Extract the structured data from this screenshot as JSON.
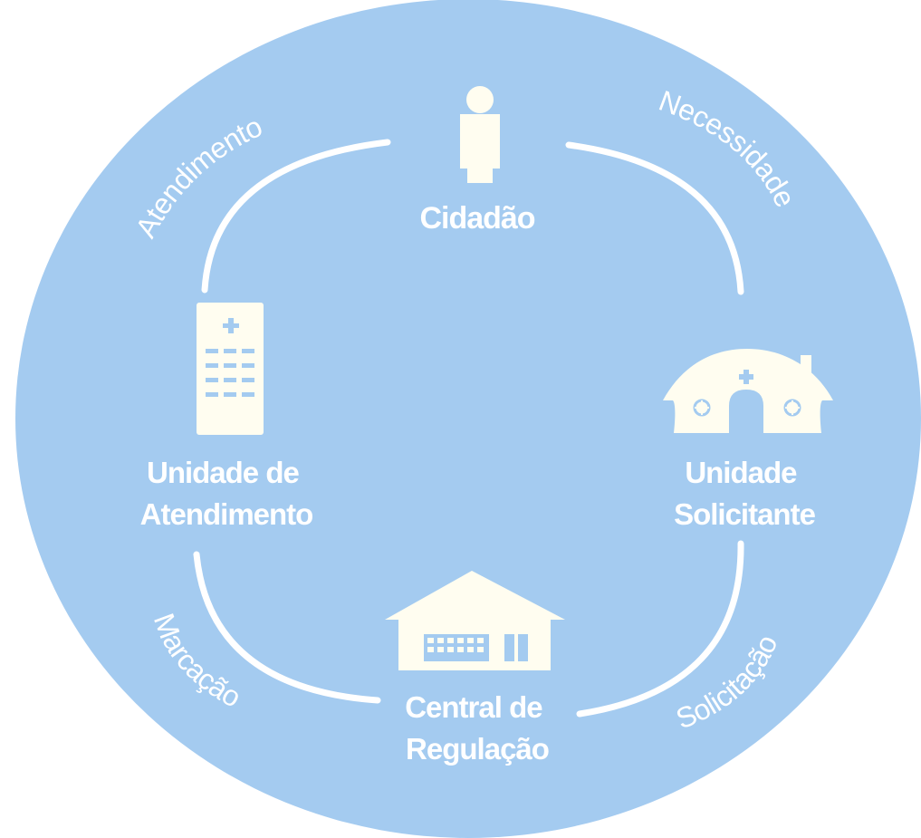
{
  "diagram": {
    "colors": {
      "background": "#a4cbf0",
      "foreground": "#ffffff",
      "icon": "#fffdf0",
      "icon_detail": "#a4cbf0"
    },
    "nodes": {
      "cidadao": {
        "label": "Cidadão",
        "icon": "person-icon"
      },
      "unidade_solicitante": {
        "line1": "Unidade",
        "line2": "Solicitante",
        "icon": "clinic-icon"
      },
      "central_regulacao": {
        "line1": "Central de",
        "line2": "Regulação",
        "icon": "house-icon"
      },
      "unidade_atendimento": {
        "line1": "Unidade de",
        "line2": "Atendimento",
        "icon": "hospital-icon"
      }
    },
    "flows": {
      "necessidade": "Necessidade",
      "solicitacao": "Solicitação",
      "marcacao": "Marcação",
      "atendimento": "Atendimento"
    }
  }
}
